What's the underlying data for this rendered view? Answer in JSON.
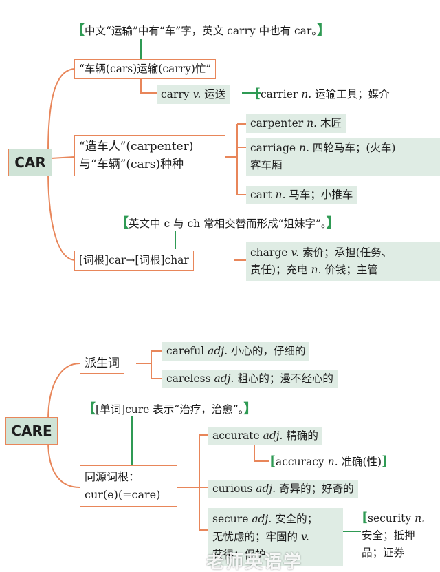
{
  "car": {
    "root": "CAR",
    "note1": "中文“运输”中有“车”字，英文 carry 中也有 car。",
    "branch1": "“车辆(cars)运输(carry)忙”",
    "carry_word": "carry",
    "carry_pos": "v.",
    "carry_def": "运送",
    "carrier_word": "carrier",
    "carrier_pos": "n.",
    "carrier_def": "运输工具；媒介",
    "branch2_line1": "“造车人”(carpenter)",
    "branch2_line2": "与“车辆”(cars)种种",
    "carpenter_word": "carpenter",
    "carpenter_pos": "n.",
    "carpenter_def": "木匠",
    "carriage_word": "carriage",
    "carriage_pos": "n.",
    "carriage_def1": "四轮马车；(火车)",
    "carriage_def2": "客车厢",
    "cart_word": "cart",
    "cart_pos": "n.",
    "cart_def": "马车；小推车",
    "note2": "英文中 c 与 ch 常相交替而形成“姐妹字”。",
    "branch3": "[词根]car→[词根]char",
    "charge_word": "charge",
    "charge_pos": "v.",
    "charge_def1": "索价；承担(任务、",
    "charge_def2a": "责任)；充电",
    "charge_pos2": "n.",
    "charge_def2b": "价钱；主管"
  },
  "care": {
    "root": "CARE",
    "branch1": "派生词",
    "careful_word": "careful",
    "careful_pos": "adj.",
    "careful_def": "小心的，仔细的",
    "careless_word": "careless",
    "careless_pos": "adj.",
    "careless_def": "粗心的；漫不经心的",
    "note": "[单词]cure 表示“治疗，治愈”。",
    "branch2_line1": "同源词根：",
    "branch2_line2": "cur(e)(=care)",
    "accurate_word": "accurate",
    "accurate_pos": "adj.",
    "accurate_def": "精确的",
    "accuracy_word": "accuracy",
    "accuracy_pos": "n.",
    "accuracy_def": "准确(性)",
    "curious_word": "curious",
    "curious_pos": "adj.",
    "curious_def": "奇异的；好奇的",
    "secure_word": "secure",
    "secure_pos": "adj.",
    "secure_def1": "安全的；",
    "secure_def2": "无忧虑的；牢固的",
    "secure_pos2": "v.",
    "secure_def3": "获得；保护",
    "security_word": "security",
    "security_pos": "n.",
    "security_def1": "安全；抵押",
    "security_def2": "品；证券"
  },
  "watermark": "老师英语学"
}
